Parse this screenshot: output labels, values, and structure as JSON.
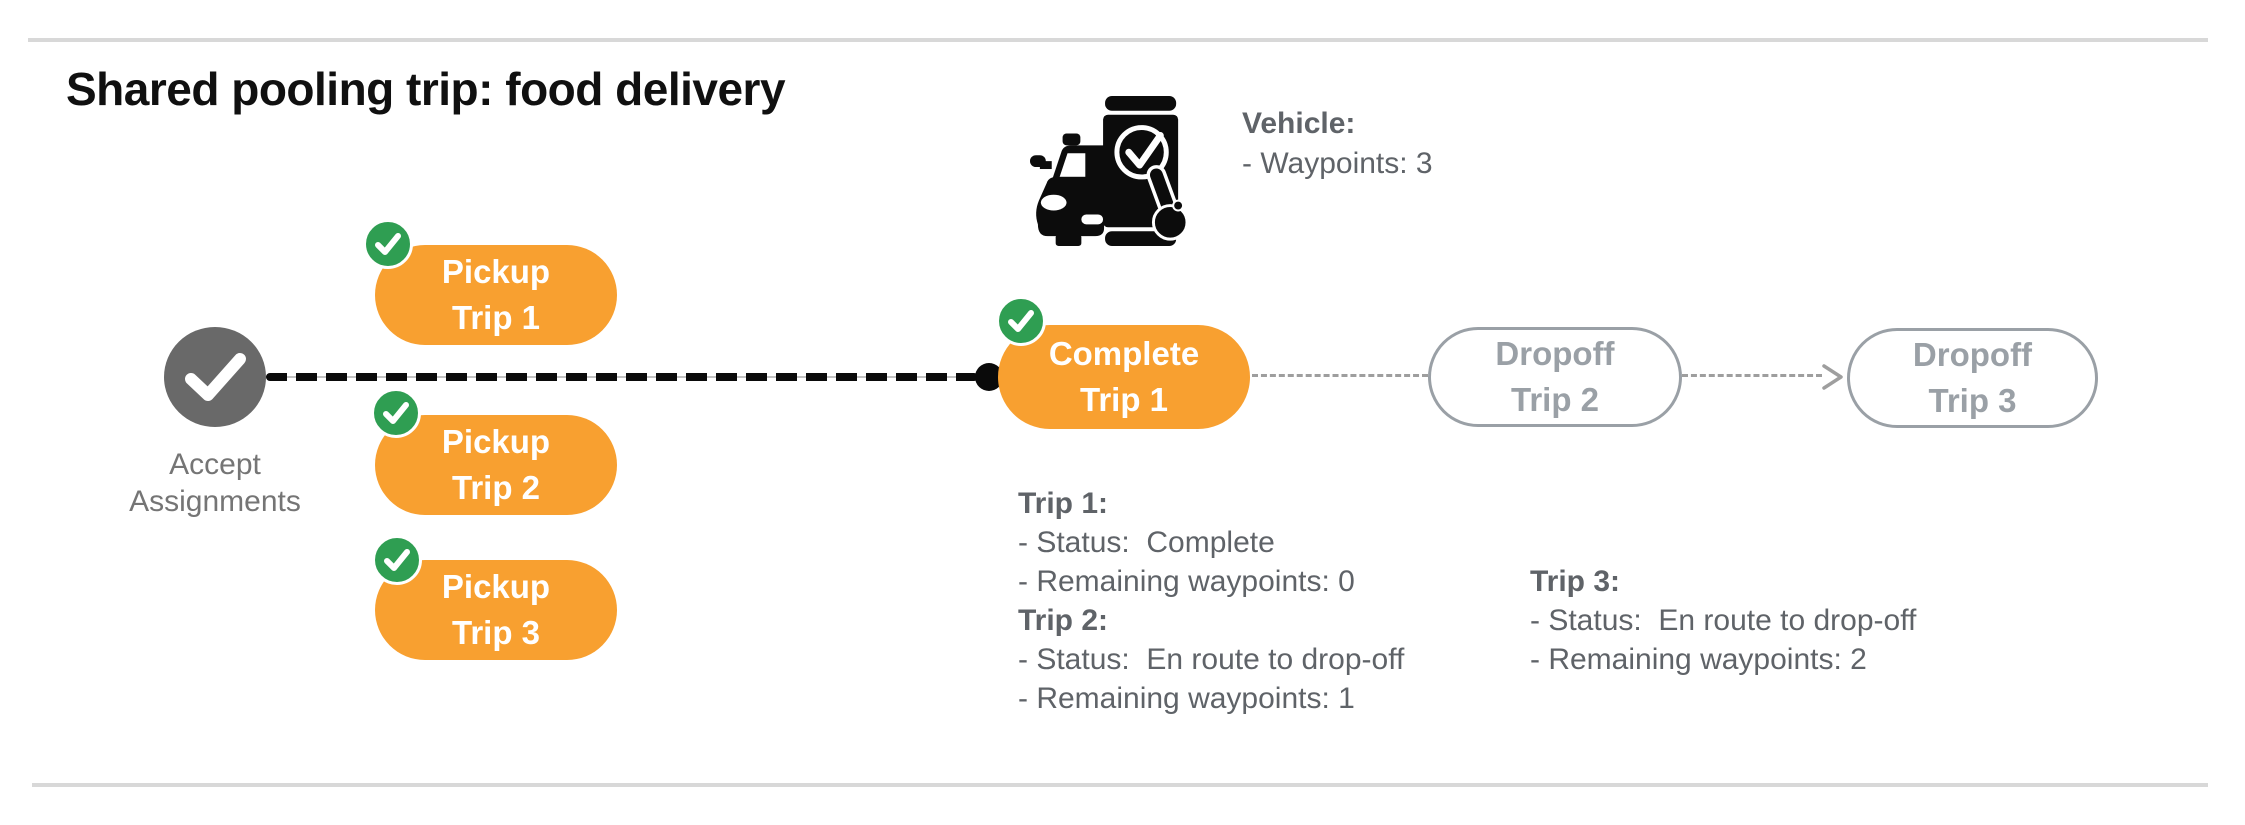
{
  "title": "Shared pooling trip: food delivery",
  "vehicle": {
    "icon": "car-phone-check-icon",
    "heading": "Vehicle:",
    "waypoints_line": "- Waypoints: 3"
  },
  "flow": {
    "start": {
      "icon": "checkmark-icon",
      "line1": "Accept",
      "line2": "Assignments"
    },
    "pickups": [
      {
        "badge_icon": "check-badge-icon",
        "line1": "Pickup",
        "line2": "Trip 1"
      },
      {
        "badge_icon": "check-badge-icon",
        "line1": "Pickup",
        "line2": "Trip 2"
      },
      {
        "badge_icon": "check-badge-icon",
        "line1": "Pickup",
        "line2": "Trip 3"
      }
    ],
    "complete": {
      "badge_icon": "check-badge-icon",
      "line1": "Complete",
      "line2": "Trip 1"
    },
    "dropoffs": [
      {
        "line1": "Dropoff",
        "line2": "Trip 2"
      },
      {
        "line1": "Dropoff",
        "line2": "Trip 3"
      }
    ],
    "arrow_icon": "arrowhead-right-icon"
  },
  "status": {
    "left": [
      {
        "heading": "Trip 1:",
        "status": "- Status:  Complete",
        "waypoints": "- Remaining waypoints: 0"
      },
      {
        "heading": "Trip 2:",
        "status": "- Status:  En route to drop-off",
        "waypoints": "- Remaining waypoints: 1"
      }
    ],
    "right": [
      {
        "heading": "Trip 3:",
        "status": "- Status:  En route to drop-off",
        "waypoints": "- Remaining waypoints: 2"
      }
    ]
  },
  "colors": {
    "orange": "#F8A030",
    "green": "#2F9E52",
    "node-gray": "#696969",
    "outline-gray": "#9AA0A6",
    "text-gray": "#5F6368",
    "label-gray": "#757575",
    "connector-gray": "#9E9E9E",
    "divider-gray": "#D8D8D8",
    "line-black": "#0A0A0A"
  }
}
